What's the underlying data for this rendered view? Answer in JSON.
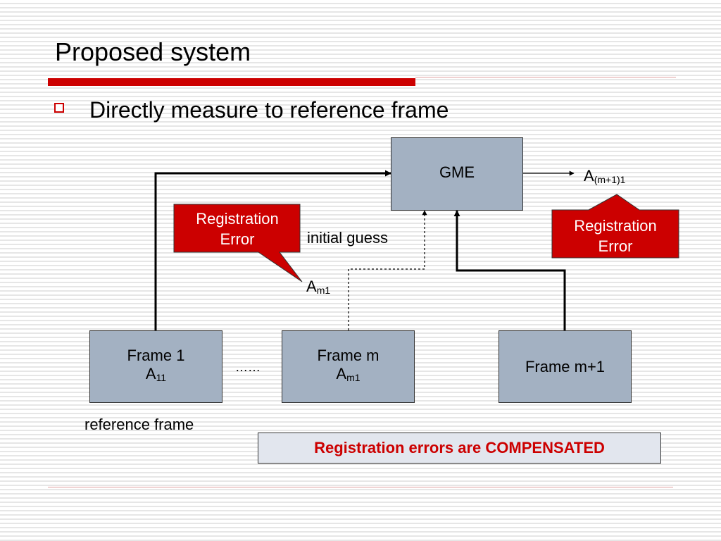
{
  "slide": {
    "title": "Proposed system",
    "bullet": "Directly measure to reference frame"
  },
  "colors": {
    "accent_red": "#cc0000",
    "box_fill": "#a3b1c2",
    "banner_fill": "#e2e6ee",
    "callout_fill": "#cc0000"
  },
  "diagram": {
    "gme": {
      "label": "GME"
    },
    "frames": [
      {
        "label": "Frame 1",
        "param_base": "A",
        "param_sub": "11"
      },
      {
        "label": "Frame m",
        "param_base": "A",
        "param_sub": "m1"
      },
      {
        "label": "Frame m+1"
      }
    ],
    "ellipsis": "……",
    "reference_frame_label": "reference frame",
    "initial_guess_label": "initial guess",
    "a_m1": {
      "base": "A",
      "sub": "m1"
    },
    "output": {
      "base": "A",
      "sub": "(m+1)1"
    },
    "callouts": [
      {
        "line1": "Registration",
        "line2": "Error"
      },
      {
        "line1": "Registration",
        "line2": "Error"
      }
    ],
    "banner": "Registration errors are COMPENSATED"
  }
}
